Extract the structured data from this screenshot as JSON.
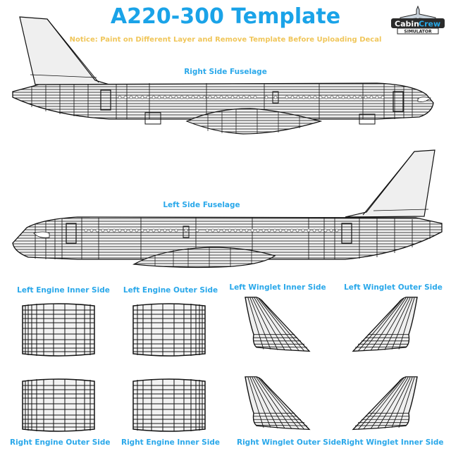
{
  "header": {
    "title": "A220-300 Template",
    "notice": "Notice: Paint on Different Layer and Remove Template Before Uploading Decal"
  },
  "logo": {
    "brand_line_1": "Cabin",
    "brand_line_2": "Crew",
    "brand_sub": "SIMULATOR",
    "icon": "airplane-icon"
  },
  "sections": {
    "right_fuselage": {
      "label": "Right Side Fuselage"
    },
    "left_fuselage": {
      "label": "Left Side Fuselage"
    },
    "left_engine_inner": {
      "label": "Left Engine Inner Side"
    },
    "left_engine_outer": {
      "label": "Left Engine Outer Side"
    },
    "left_winglet_inner": {
      "label": "Left Winglet Inner Side"
    },
    "left_winglet_outer": {
      "label": "Left Winglet Outer Side"
    },
    "right_engine_outer": {
      "label": "Right Engine Outer Side"
    },
    "right_engine_inner": {
      "label": "Right Engine Inner Side"
    },
    "right_winglet_outer": {
      "label": "Right Winglet Outer Side"
    },
    "right_winglet_inner": {
      "label": "Right Winglet Inner Side"
    }
  },
  "colors": {
    "title": "#1aa3e8",
    "notice": "#f0c65a",
    "labels": "#2aa8ea",
    "wireframe": "#111111",
    "panel_fill": "#efefef"
  }
}
